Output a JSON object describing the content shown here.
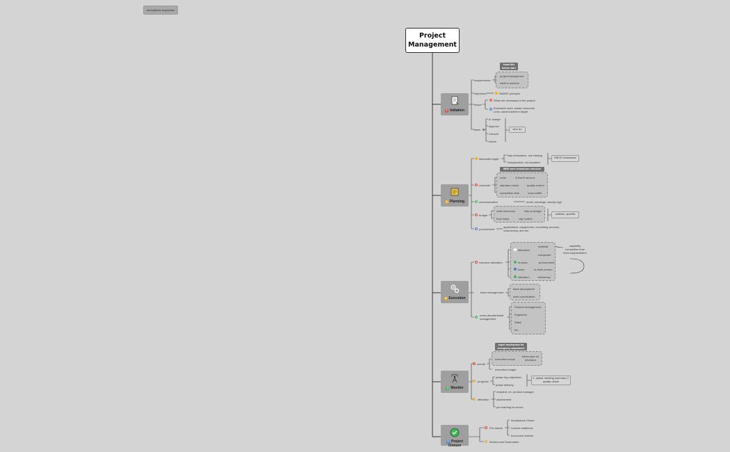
{
  "tab_label": "Acceptance Inspection",
  "root": {
    "line1": "Project",
    "line2": "Management"
  },
  "colors": {
    "background": "#d4d4d4",
    "main_node": "#9f9f9f",
    "connector": "#333333",
    "red": "#e8453c",
    "yellow": "#f2b01e",
    "green": "#3cba54",
    "blue": "#4a7bd6"
  },
  "sections": {
    "initiation": {
      "number": "1",
      "title": "Initiation",
      "icon": "document-icon",
      "labels": {
        "know_this": "know this before start",
        "requirements": "requirements",
        "project_background": "project background",
        "what_to_achieve": "what to achieve",
        "objectives": "objectives",
        "smart": "SMART principle",
        "scope": "scope",
        "what_necessary": "What are necessary in the project",
        "excessive": "Excessive work: waste resources Less: cannot achieve target",
        "team": "team",
        "in_charge": "In charge",
        "approve": "Approve",
        "consult": "Consult",
        "inform": "Inform",
        "who_do": "who do"
      }
    },
    "planning": {
      "number": "2",
      "title": "Planning",
      "icon": "note-icon",
      "labels": {
        "dismantle": "dismantle target",
        "fully_exhaustive": "fully exhaustive, not missing",
        "independent": "independent, not repeated",
        "mece": "MECE framework",
        "wbs": "WBS work breakdown structure",
        "schedule": "schedule",
        "order": "order",
        "a_first": "A first B second",
        "standard_check": "standard check",
        "quality_control": "quality control",
        "completion_time": "completion time",
        "cross_buffer": "cross buffer",
        "communication": "communication",
        "email_meetings": "email, meetings, weekly logs",
        "budget": "budget",
        "what_resources": "what resources",
        "fully_coverage": "fully coverage",
        "how_many": "how many",
        "cap_control": "cap control",
        "realistic": "realistic, specific",
        "procurement": "procurement",
        "applications": "applications, equipments, consulting services, outsourcing, and etc."
      }
    },
    "execution": {
      "number": "3",
      "title": "Execution",
      "icon": "gears-icon",
      "labels": {
        "resource_allocation": "resource allocation",
        "allocation": "allocation",
        "material": "material",
        "manpower": "manpower",
        "capability": "capability",
        "completion_time": "completion time",
        "team_segmentation": "team segmentation",
        "in_place": "in place",
        "procurement": "procurement",
        "issue": "issue",
        "to_each_person": "to each person",
        "utilization": "utilization",
        "deficiency": "deficiency",
        "team_management": "team management",
        "team_atmosphere": "team atmosphere",
        "work_coordination": "work coordination",
        "cross_departmental": "cross-departmental management",
        "product_management": "Product management",
        "engineers": "Engineers",
        "sales": "Sales",
        "etc": "etc."
      }
    },
    "monitor": {
      "number": "4",
      "title": "Monitor",
      "icon": "antenna-icon",
      "labels": {
        "report_mechanism": "report mechanism for emergency adjustment",
        "overall": "overall",
        "execution_scope": "execution scope",
        "follow_plan": "follow plan no deviation",
        "execution_budget": "execution budget",
        "progress": "progress",
        "phase_key_objectives": "phase key objectives",
        "phase_delivery": "phase delivery",
        "phase_summary": "1. phase meeting summary 2. quality check",
        "alteration": "alteration",
        "recipient": "recipient, ex. product manager",
        "assessment": "assessment",
        "pre_warning": "pre-warning for errors"
      }
    },
    "closure": {
      "number": "5",
      "title": "Project Closure",
      "icon": "checkmark-icon",
      "labels": {
        "pre_launch": "Pre-launch",
        "acceptance_check": "Acceptance Check",
        "launch_readiness": "Launch readiness",
        "document_archive": "Document archive",
        "review": "Review and Summaries"
      }
    }
  }
}
